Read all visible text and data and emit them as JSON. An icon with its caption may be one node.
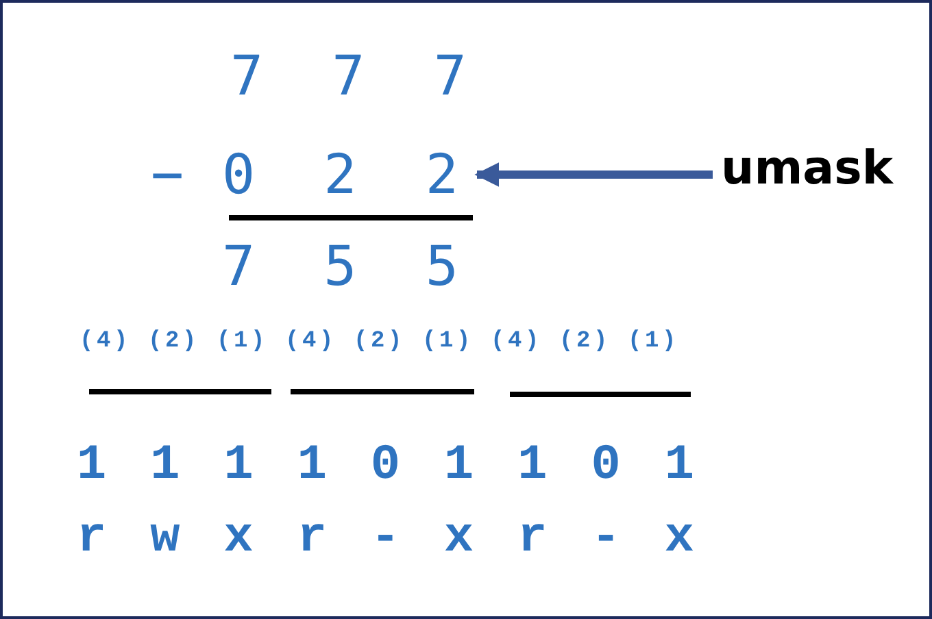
{
  "diagram": {
    "nodes": [
      {
        "text": [
          "0 2 2"
        ]
      },
      {
        "text": [
          "umask"
        ]
      }
    ],
    "edges": [
      {
        "from": 1,
        "to": 0,
        "arrow": "to"
      }
    ],
    "labels": [
      "7 7 7",
      "−",
      "7 5 5",
      "(4) (2) (1) (4) (2) (1) (4) (2) (1)",
      "1 1 1 1 0 1 1 0 1",
      "r w x r - x r - x"
    ]
  }
}
